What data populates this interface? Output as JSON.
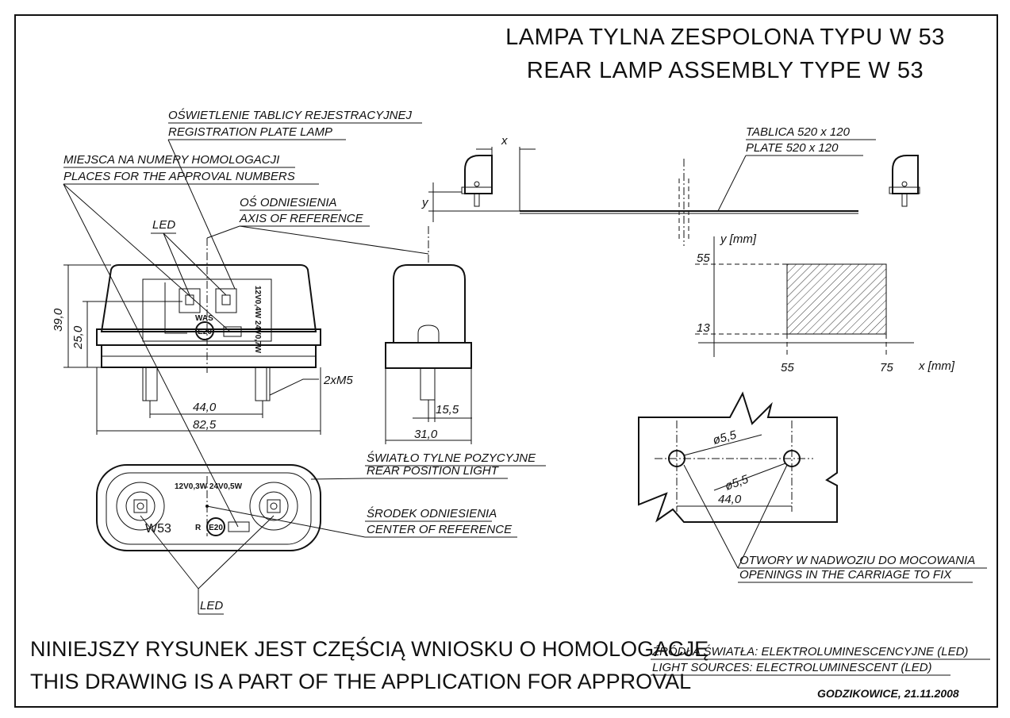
{
  "title": {
    "line_pl": "LAMPA TYLNA ZESPOLONA TYPU W 53",
    "line_en": "REAR LAMP ASSEMBLY TYPE W 53"
  },
  "callouts": {
    "reg_lamp_pl": "OŚWIETLENIE TABLICY REJESTRACYJNEJ",
    "reg_lamp_en": "REGISTRATION PLATE LAMP",
    "approval_pl": "MIEJSCA NA NUMERY HOMOLOGACJI",
    "approval_en": "PLACES FOR THE APPROVAL NUMBERS",
    "axis_pl": "OŚ ODNIESIENIA",
    "axis_en": "AXIS OF REFERENCE",
    "led_top": "LED",
    "led_bottom": "LED",
    "plate_pl": "TABLICA 520 x 120",
    "plate_en": "PLATE 520 x 120",
    "rear_pos_pl": "ŚWIATŁO TYLNE POZYCYJNE",
    "rear_pos_en": "REAR POSITION LIGHT",
    "center_pl": "ŚRODEK ODNIESIENIA",
    "center_en": "CENTER OF REFERENCE",
    "openings_pl": "OTWORY W NADWOZIU DO MOCOWANIA",
    "openings_en": "OPENINGS IN THE CARRIAGE TO FIX"
  },
  "lamp_marks": {
    "was": "WAS",
    "e20": "E20",
    "e20_bottom": "E20",
    "rating_side": "12V0,4W 24V0,7W",
    "rating_bottom": "12V0,3W 24V0,5W",
    "model": "W53",
    "r_mark": "R"
  },
  "dimensions": {
    "h39": "39,0",
    "h25": "25,0",
    "w44": "44,0",
    "w825": "82,5",
    "bolts": "2xM5",
    "w155": "15,5",
    "w31": "31,0",
    "x_label": "x",
    "y_label": "y",
    "hole1": "ø5,5",
    "hole2": "ø5,5",
    "holes_spacing": "44,0"
  },
  "graph": {
    "y_axis_label": "y [mm]",
    "x_axis_label": "x [mm]",
    "y_ticks": [
      "55",
      "13"
    ],
    "x_ticks": [
      "55",
      "75"
    ]
  },
  "footer": {
    "note_pl": "NINIEJSZY RYSUNEK JEST CZĘŚCIĄ WNIOSKU O HOMOLOGACJĘ",
    "note_en": "THIS DRAWING IS A PART OF THE APPLICATION FOR APPROVAL",
    "sources_pl": "ŹRÓDŁA ŚWIATŁA: ELEKTROLUMINESCENCYJNE (LED)",
    "sources_en": "LIGHT SOURCES: ELECTROLUMINESCENT (LED)",
    "signature": "GODZIKOWICE, 21.11.2008"
  }
}
